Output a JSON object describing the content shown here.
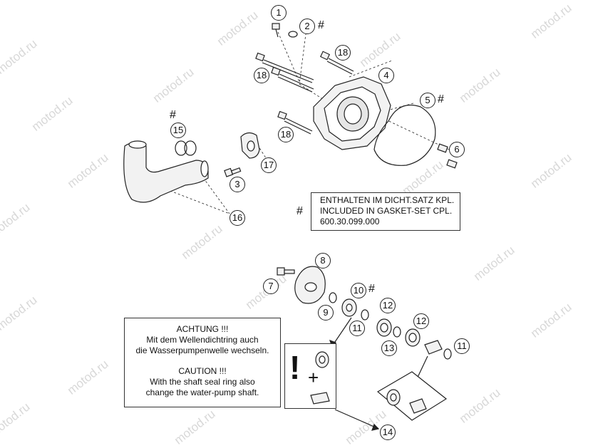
{
  "watermark": "motod.ru",
  "callouts": {
    "c1": "1",
    "c2": "2",
    "c3": "3",
    "c4": "4",
    "c5": "5",
    "c6": "6",
    "c7": "7",
    "c8": "8",
    "c9": "9",
    "c10": "10",
    "c11a": "11",
    "c11b": "11",
    "c12a": "12",
    "c12b": "12",
    "c13": "13",
    "c14": "14",
    "c15": "15",
    "c16": "16",
    "c17": "17",
    "c18a": "18",
    "c18b": "18",
    "c18c": "18"
  },
  "hash_mark": "#",
  "gasket_note": {
    "line1": "ENTHALTEN IM DICHT.SATZ KPL.",
    "line2": "INCLUDED IN GASKET-SET CPL.",
    "line3": "600.30.099.000"
  },
  "warning": {
    "de_title": "ACHTUNG !!!",
    "de_line1": "Mit dem Wellendichtring auch",
    "de_line2": "die Wasserpumpenwelle wechseln.",
    "en_title": "CAUTION !!!",
    "en_line1": "With the shaft seal ring also",
    "en_line2": "change the water-pump shaft."
  },
  "symbols": {
    "exclamation": "!",
    "plus": "+"
  },
  "colors": {
    "line": "#222222",
    "watermark": "#d8d8d8",
    "part_fill": "#f2f2f2"
  }
}
